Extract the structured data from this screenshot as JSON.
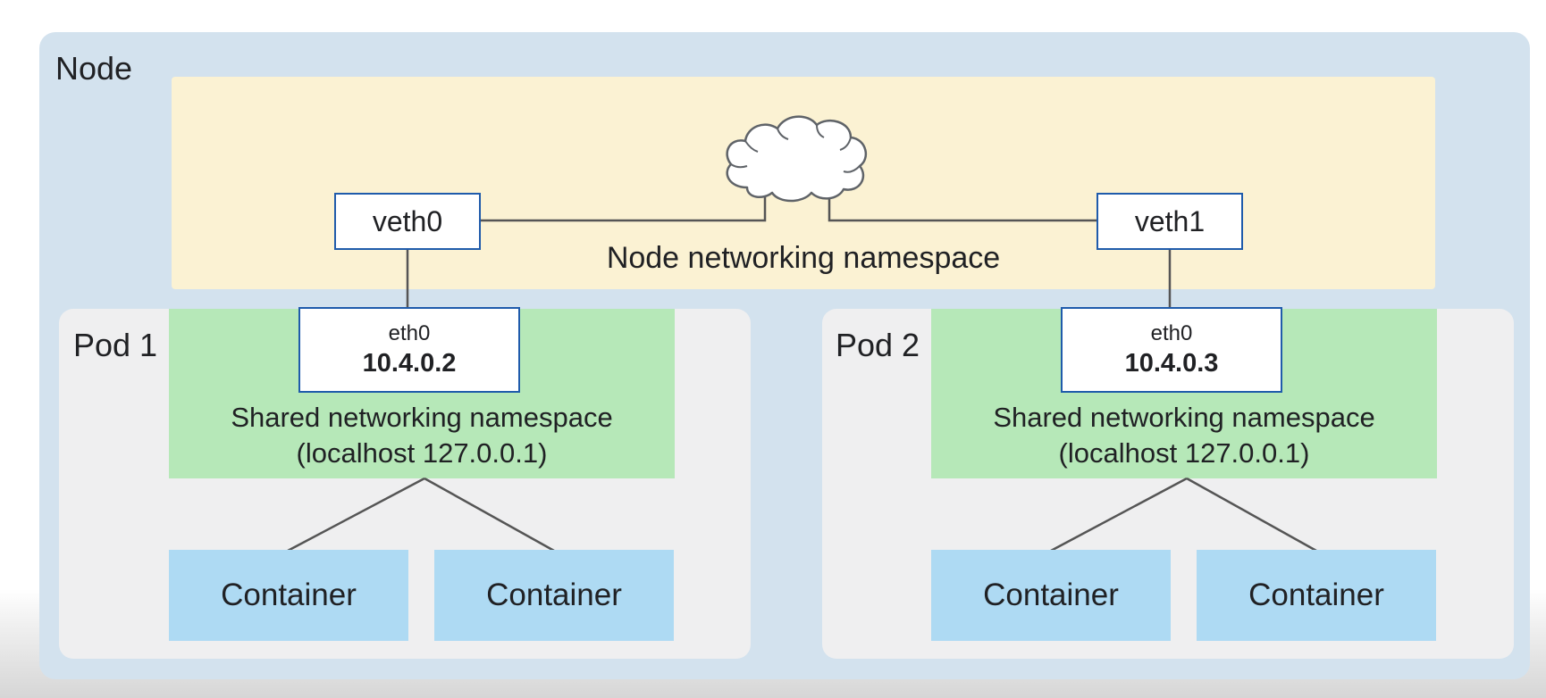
{
  "node": {
    "label": "Node",
    "networking_namespace_label": "Node networking namespace",
    "interfaces": [
      "veth0",
      "veth1"
    ]
  },
  "pods": [
    {
      "label": "Pod 1",
      "eth_name": "eth0",
      "eth_ip": "10.4.0.2",
      "shared_ns_line1": "Shared networking namespace",
      "shared_ns_line2": "(localhost 127.0.0.1)",
      "containers": [
        "Container",
        "Container"
      ]
    },
    {
      "label": "Pod 2",
      "eth_name": "eth0",
      "eth_ip": "10.4.0.3",
      "shared_ns_line1": "Shared networking namespace",
      "shared_ns_line2": "(localhost 127.0.0.1)",
      "containers": [
        "Container",
        "Container"
      ]
    }
  ],
  "icons": {
    "cloud": "cloud-icon"
  },
  "colors": {
    "node_background": "#d3e2ee",
    "node_namespace": "#fbf2d3",
    "pod_background": "#efeff0",
    "shared_namespace": "#b6e8b8",
    "container": "#aedaf3",
    "interface_border": "#1f5bab",
    "connector": "#555555"
  }
}
